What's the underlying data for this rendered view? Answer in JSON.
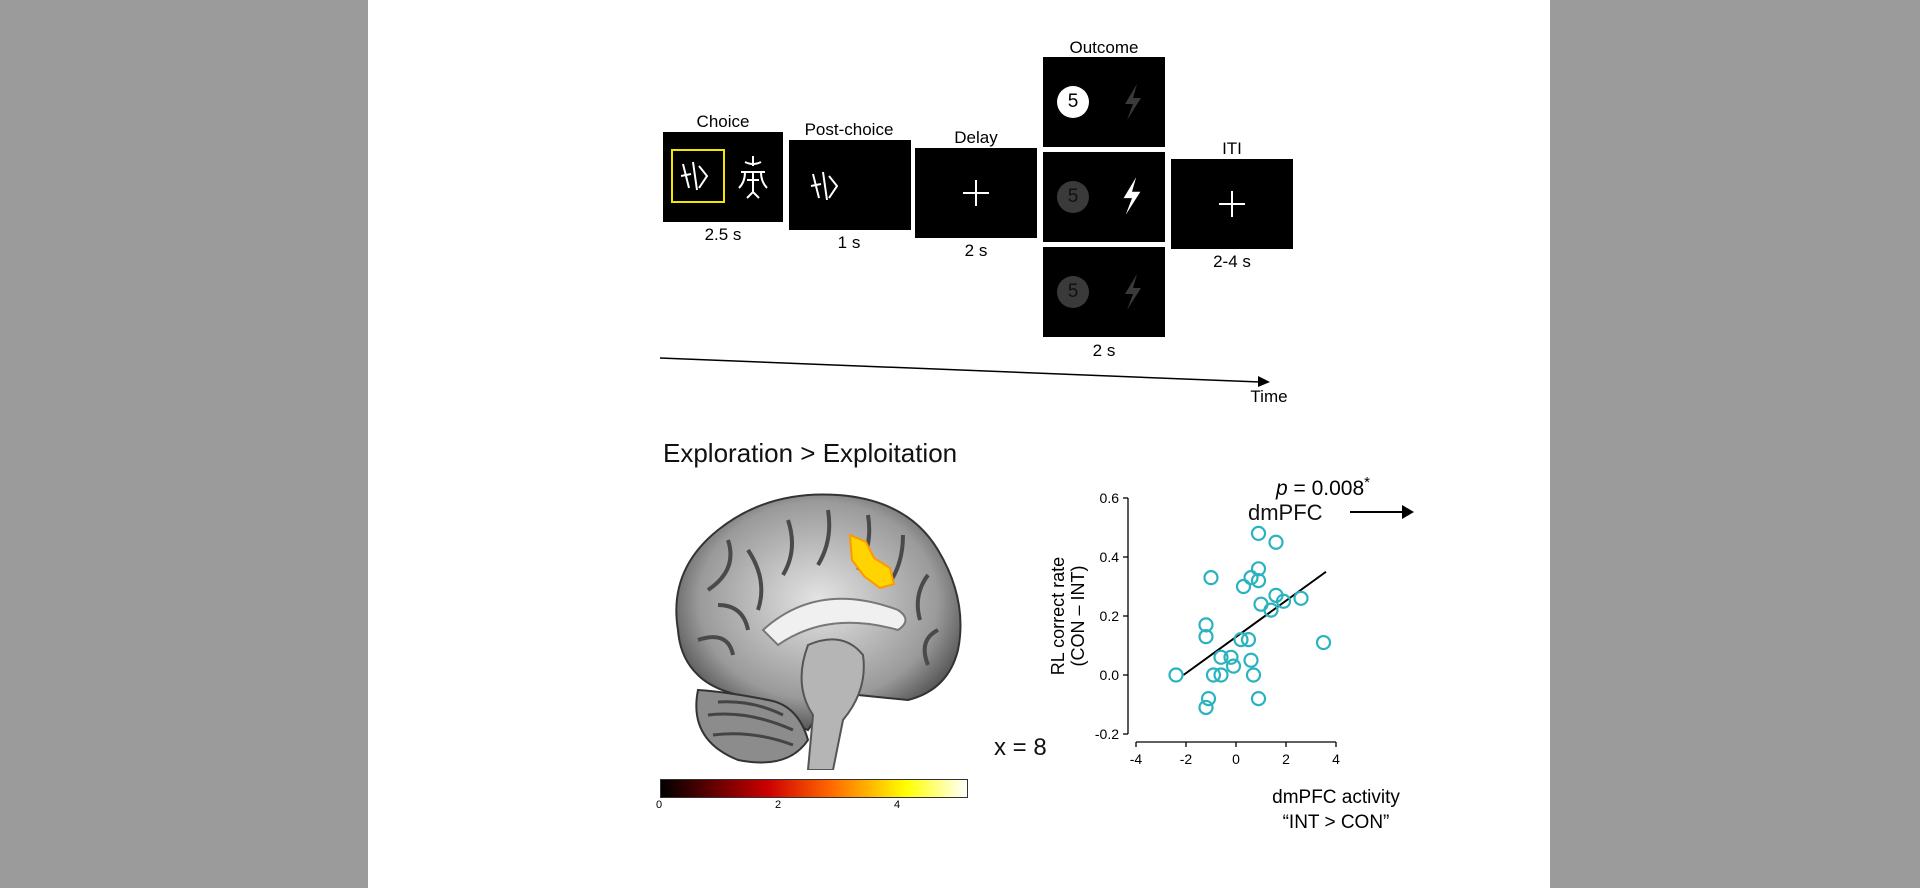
{
  "task": {
    "stages": [
      {
        "name": "Choice",
        "duration": "2.5 s"
      },
      {
        "name": "Post-choice",
        "duration": "1 s"
      },
      {
        "name": "Delay",
        "duration": "2 s"
      },
      {
        "name": "Outcome",
        "duration": "2 s"
      },
      {
        "name": "ITI",
        "duration": "2-4 s"
      }
    ],
    "coin_value": "5",
    "time_label": "Time"
  },
  "brain": {
    "contrast_title": "Exploration > Exploitation",
    "region_label": "dmPFC",
    "slice_label": "x = 8",
    "colorbar_ticks": [
      "0",
      "2",
      "4"
    ],
    "colorbar_colors": [
      "#000000",
      "#cc0000",
      "#ff6600",
      "#ffff00",
      "#ffffff"
    ]
  },
  "chart_data": {
    "type": "scatter",
    "annotation_p": "p",
    "annotation_value": "= 0.008",
    "annotation_star": "*",
    "ylabel_line1": "RL correct rate",
    "ylabel_line2": "(CON – INT)",
    "xlabel_line1": "dmPFC activity",
    "xlabel_line2": "“INT > CON”",
    "xlim": [
      -4,
      4
    ],
    "ylim": [
      -0.2,
      0.6
    ],
    "xticks": [
      -4,
      -2,
      0,
      2,
      4
    ],
    "yticks": [
      -0.2,
      0.0,
      0.2,
      0.4,
      0.6
    ],
    "ytick_labels": [
      "-0.2",
      "0.0",
      "0.2",
      "0.4",
      "0.6"
    ],
    "marker_color": "#2ab3bf",
    "fit_line": {
      "x": [
        -2.1,
        3.6
      ],
      "y": [
        0.0,
        0.35
      ]
    },
    "points": [
      {
        "x": 0.9,
        "y": 0.48
      },
      {
        "x": 1.6,
        "y": 0.45
      },
      {
        "x": 0.9,
        "y": 0.36
      },
      {
        "x": -1.0,
        "y": 0.33
      },
      {
        "x": 0.6,
        "y": 0.33
      },
      {
        "x": 0.9,
        "y": 0.32
      },
      {
        "x": 0.3,
        "y": 0.3
      },
      {
        "x": 1.6,
        "y": 0.27
      },
      {
        "x": 2.6,
        "y": 0.26
      },
      {
        "x": 1.9,
        "y": 0.25
      },
      {
        "x": 1.0,
        "y": 0.24
      },
      {
        "x": 1.4,
        "y": 0.22
      },
      {
        "x": -1.2,
        "y": 0.17
      },
      {
        "x": -1.2,
        "y": 0.13
      },
      {
        "x": 0.2,
        "y": 0.12
      },
      {
        "x": 0.5,
        "y": 0.12
      },
      {
        "x": 3.5,
        "y": 0.11
      },
      {
        "x": -0.6,
        "y": 0.06
      },
      {
        "x": -0.2,
        "y": 0.06
      },
      {
        "x": 0.6,
        "y": 0.05
      },
      {
        "x": -0.1,
        "y": 0.03
      },
      {
        "x": -2.4,
        "y": 0.0
      },
      {
        "x": -0.9,
        "y": 0.0
      },
      {
        "x": -0.6,
        "y": 0.0
      },
      {
        "x": 0.7,
        "y": 0.0
      },
      {
        "x": -1.1,
        "y": -0.08
      },
      {
        "x": 0.9,
        "y": -0.08
      },
      {
        "x": -1.2,
        "y": -0.11
      }
    ]
  }
}
